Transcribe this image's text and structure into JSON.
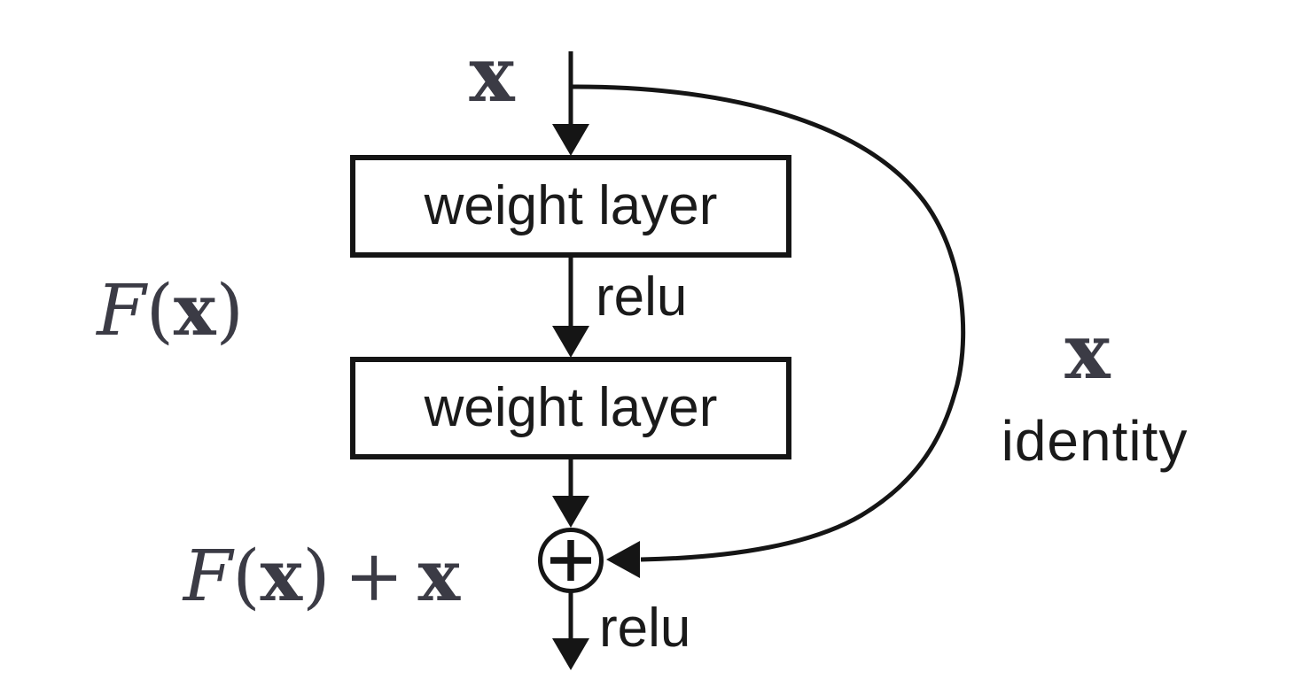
{
  "colors": {
    "background": "#ffffff",
    "line": "#151515",
    "math_text": "#3b3b45",
    "text": "#1a1a1a"
  },
  "labels": {
    "input_x": "x",
    "weight_layer_1": "weight layer",
    "relu_mid": "relu",
    "weight_layer_2": "weight layer",
    "relu_out": "relu",
    "skip_x": "x",
    "skip_identity": "identity",
    "add_symbol": "+",
    "residual_fx": {
      "f": "F",
      "open": "(",
      "x": "x",
      "close": ")"
    },
    "residual_sum": {
      "f": "F",
      "open": "(",
      "x": "x",
      "close": ")",
      "plus": "+",
      "x2": "x"
    }
  }
}
